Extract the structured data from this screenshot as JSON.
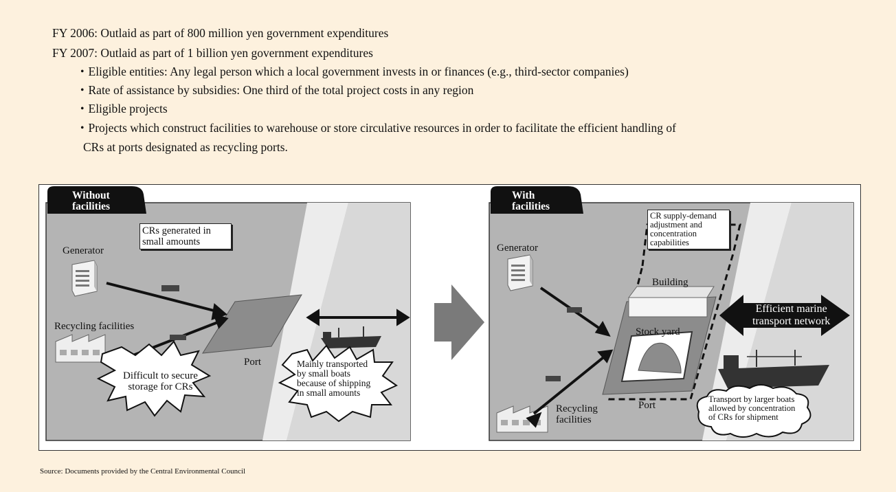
{
  "intro": {
    "fy2006": "FY 2006: Outlaid as part of 800 million yen government expenditures",
    "fy2007": "FY 2007: Outlaid as part of 1 billion yen government expenditures",
    "bullets": [
      "・Eligible entities: Any legal person which a local government invests in or finances (e.g., third-sector companies)",
      "・Rate of assistance by subsidies: One third of the total project costs in any region",
      "・Eligible projects",
      "・Projects which construct facilities to warehouse or store circulative resources in order to facilitate the efficient handling of"
    ],
    "bullet_cont": "CRs at ports designated as recycling ports."
  },
  "left_panel": {
    "tag_line1": "Without",
    "tag_line2": "facilities",
    "generator": "Generator",
    "crs_small_line1": "CRs generated in",
    "crs_small_line2": "small amounts",
    "recycling": "Recycling facilities",
    "port": "Port",
    "difficult_line1": "Difficult to secure",
    "difficult_line2": "storage for CRs",
    "mainly_line1": "Mainly transported",
    "mainly_line2": "by small boats",
    "mainly_line3": "because of shipping",
    "mainly_line4": "in small amounts"
  },
  "right_panel": {
    "tag_line1": "With",
    "tag_line2": "facilities",
    "generator": "Generator",
    "supply_line1": "CR supply-demand",
    "supply_line2": "adjustment and",
    "supply_line3": "concentration",
    "supply_line4": "capabilities",
    "building": "Building",
    "stock_yard": "Stock yard",
    "port": "Port",
    "recycling_line1": "Recycling",
    "recycling_line2": "facilities",
    "efficient_line1": "Efficient marine",
    "efficient_line2": "transport network",
    "larger_line1": "Transport by larger boats",
    "larger_line2": "allowed by concentration",
    "larger_line3": "of CRs for shipment"
  },
  "source": "Source: Documents provided by the Central Environmental Council",
  "colors": {
    "background": "#fdf1de",
    "panel_gray": "#b4b4b4",
    "sea": "#d2d2d2",
    "arrow": "#7a7a7a"
  }
}
